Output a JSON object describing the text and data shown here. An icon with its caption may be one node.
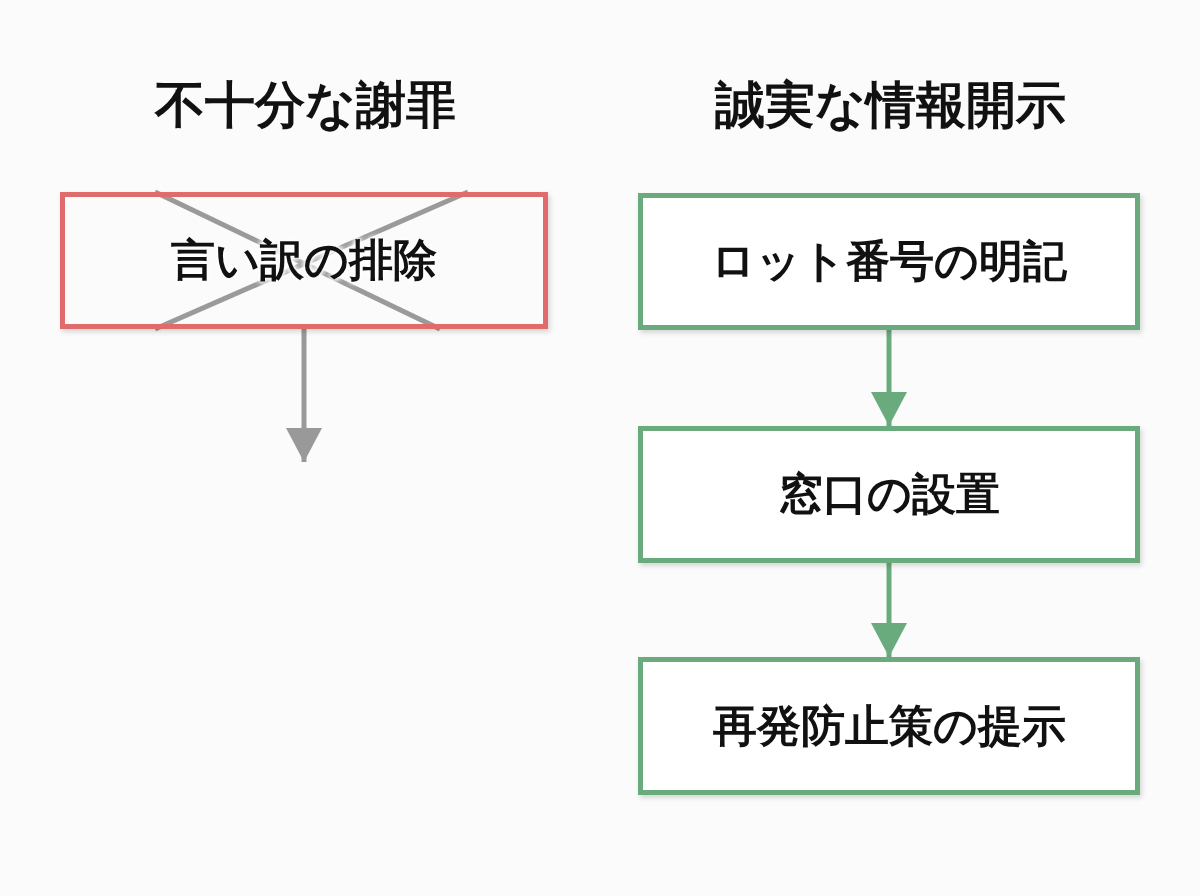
{
  "diagram": {
    "nodes": [
      {
        "text": [
          "言い訳の排除"
        ]
      },
      {
        "text": [
          "ロット番号の明記"
        ]
      },
      {
        "text": [
          "窓口の設置"
        ]
      },
      {
        "text": [
          "再発防止策の提示"
        ]
      }
    ],
    "edges": [
      {
        "from": 0,
        "to": null,
        "arrow": "to",
        "color": "#999999"
      },
      {
        "from": 1,
        "to": 2,
        "arrow": "to"
      },
      {
        "from": 2,
        "to": 3,
        "arrow": "to"
      }
    ],
    "labels": [
      "不十分な謝罪",
      "誠実な情報開示"
    ]
  }
}
